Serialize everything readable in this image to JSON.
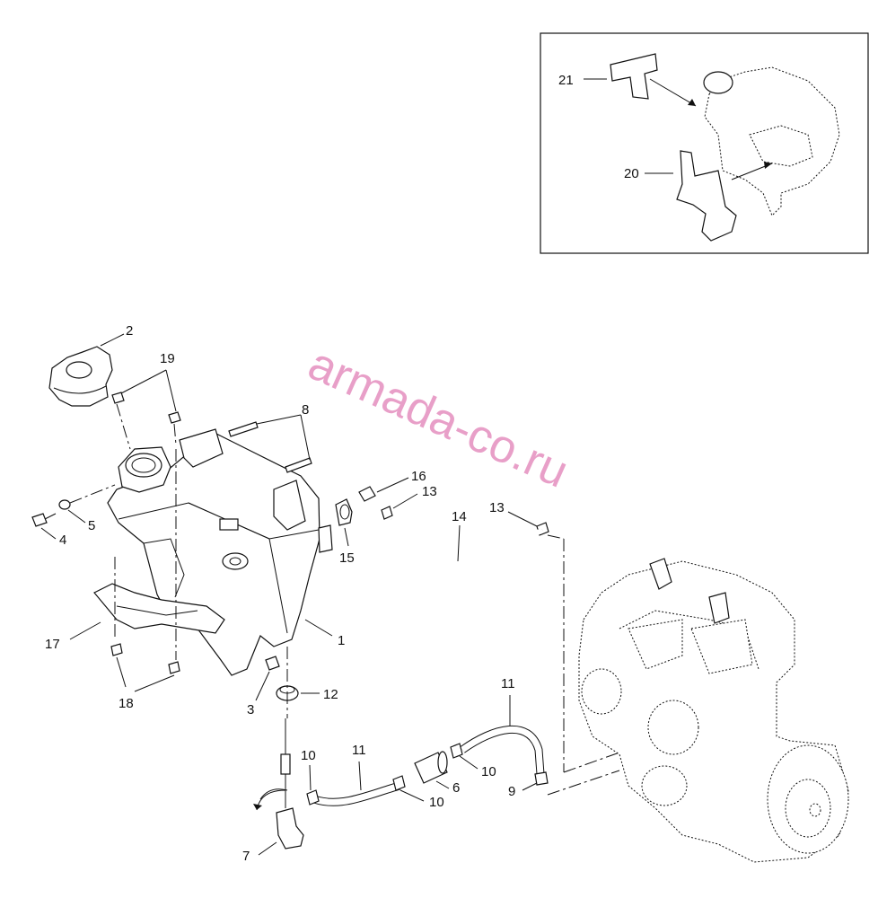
{
  "watermark": "armada-co.ru",
  "callouts": {
    "c1": "1",
    "c2": "2",
    "c3": "3",
    "c4": "4",
    "c5": "5",
    "c6": "6",
    "c7": "7",
    "c8": "8",
    "c9": "9",
    "c10a": "10",
    "c10b": "10",
    "c10c": "10",
    "c11a": "11",
    "c11b": "11",
    "c12": "12",
    "c13a": "13",
    "c13b": "13",
    "c14": "14",
    "c15": "15",
    "c16": "16",
    "c17": "17",
    "c18": "18",
    "c19": "19",
    "c20": "20",
    "c21": "21"
  },
  "icons": {
    "cap": "filler-cap-icon",
    "tank": "coolant-tank-icon",
    "engine": "engine-icon",
    "filter": "inline-filter-icon",
    "valve": "drain-valve-icon"
  }
}
